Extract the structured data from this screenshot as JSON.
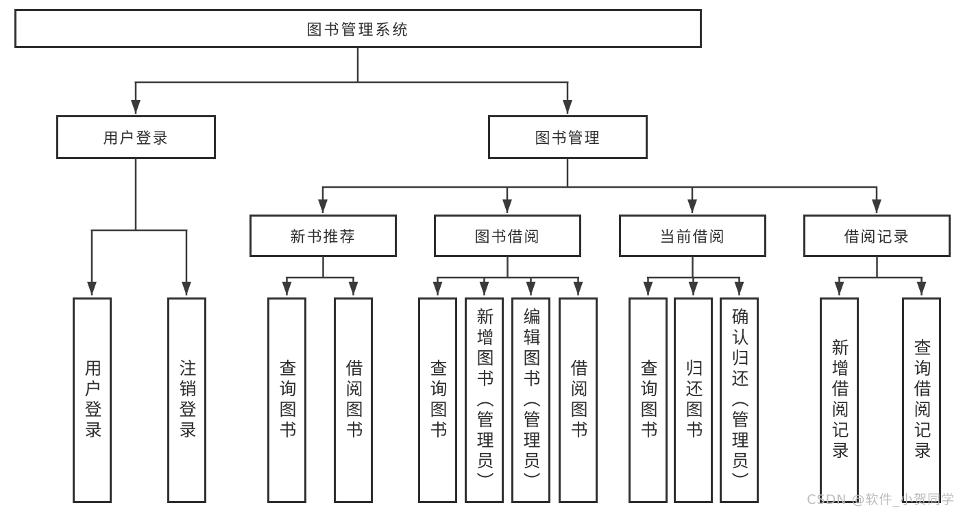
{
  "colors": {
    "background": "#ffffff",
    "line": "#3a3a3a",
    "box_border": "#2f2f2f",
    "text": "#2d2d2d",
    "watermark": "#bdbdbd"
  },
  "watermark": {
    "text": "CSDN @软件_小贺同学"
  },
  "tree": {
    "label": "图书管理系统",
    "children": [
      {
        "label": "用户登录",
        "children": [
          {
            "label": "用户登录"
          },
          {
            "label": "注销登录"
          }
        ]
      },
      {
        "label": "图书管理",
        "children": [
          {
            "label": "新书推荐",
            "children": [
              {
                "label": "查询图书"
              },
              {
                "label": "借阅图书"
              }
            ]
          },
          {
            "label": "图书借阅",
            "children": [
              {
                "label": "查询图书"
              },
              {
                "label": "新增图书（管理员）"
              },
              {
                "label": "编辑图书（管理员）"
              },
              {
                "label": "借阅图书"
              }
            ]
          },
          {
            "label": "当前借阅",
            "children": [
              {
                "label": "查询图书"
              },
              {
                "label": "归还图书"
              },
              {
                "label": "确认归还（管理员）"
              }
            ]
          },
          {
            "label": "借阅记录",
            "children": [
              {
                "label": "新增借阅记录"
              },
              {
                "label": "查询借阅记录"
              }
            ]
          }
        ]
      }
    ]
  }
}
